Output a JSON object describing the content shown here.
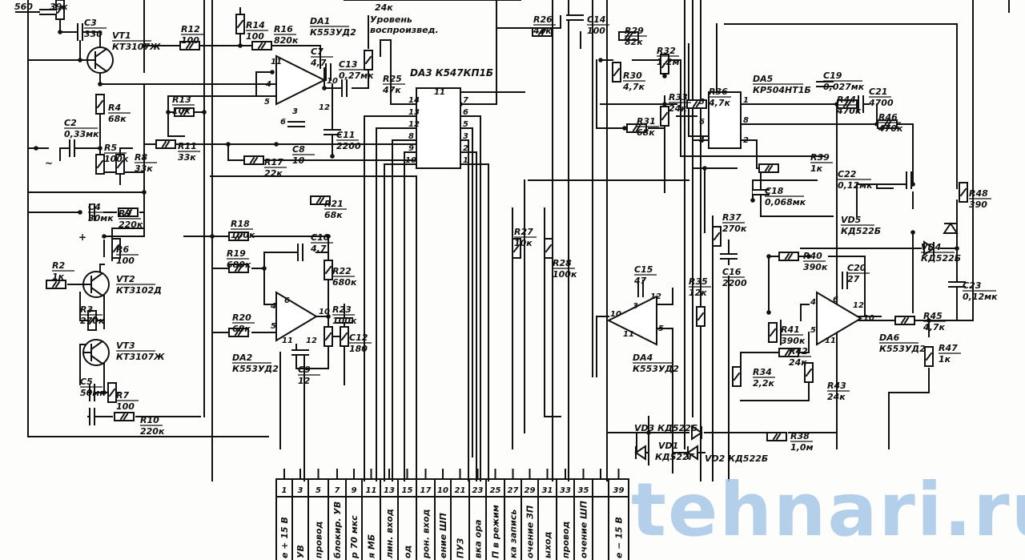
{
  "parts": {
    "C1": {
      "name": "",
      "value": "560"
    },
    "R1": {
      "name": "",
      "value": "39к"
    },
    "C3": {
      "name": "C3",
      "value": "330"
    },
    "VT1": {
      "name": "VT1",
      "value": "КТ3107Ж"
    },
    "R12": {
      "name": "R12",
      "value": "100"
    },
    "R14": {
      "name": "R14",
      "value": "100"
    },
    "R16": {
      "name": "R16",
      "value": "820к"
    },
    "DA1": {
      "name": "DA1",
      "value": "К553УД2"
    },
    "C7": {
      "name": "C7",
      "value": "4,7"
    },
    "C13": {
      "name": "C13",
      "value": "0,27мк"
    },
    "R25": {
      "name": "R25",
      "value": "47к"
    },
    "R4": {
      "name": "R4",
      "value": "68к"
    },
    "C2": {
      "name": "C2",
      "value": "0,33мк"
    },
    "R13": {
      "name": "R13",
      "value": "10к"
    },
    "C8": {
      "name": "C8",
      "value": "10"
    },
    "C11": {
      "name": "C11",
      "value": "2200"
    },
    "R5": {
      "name": "R5",
      "value": "100к"
    },
    "R8": {
      "name": "R8",
      "value": "33к"
    },
    "R11": {
      "name": "R11",
      "value": "33к"
    },
    "R17": {
      "name": "R17",
      "value": "22к"
    },
    "R26": {
      "name": "R26",
      "value": "47к"
    },
    "C14": {
      "name": "C14",
      "value": "100"
    },
    "R29": {
      "name": "R29",
      "value": "82к"
    },
    "R32": {
      "name": "R32",
      "value": "1,2м"
    },
    "R30": {
      "name": "R30",
      "value": "4,7к"
    },
    "R33": {
      "name": "R33",
      "value": "24к"
    },
    "R31": {
      "name": "R31",
      "value": "68к"
    },
    "DA5": {
      "name": "DA5",
      "value": "КР504НТ1Б"
    },
    "R36": {
      "name": "R36",
      "value": "4,7к"
    },
    "C19": {
      "name": "C19",
      "value": "0,027мк"
    },
    "R44": {
      "name": "R44",
      "value": "470к"
    },
    "C21": {
      "name": "C21",
      "value": "4700"
    },
    "R46": {
      "name": "R46",
      "value": "470к"
    },
    "R39": {
      "name": "R39",
      "value": "1к"
    },
    "C18": {
      "name": "C18",
      "value": "0,068мк"
    },
    "C22": {
      "name": "C22",
      "value": "0,12мк"
    },
    "R48": {
      "name": "R48",
      "value": "390"
    },
    "VD5": {
      "name": "VD5",
      "value": "КД522Б"
    },
    "R21": {
      "name": "R21",
      "value": "68к"
    },
    "R27": {
      "name": "R27",
      "value": "10к"
    },
    "R28": {
      "name": "R28",
      "value": "100к"
    },
    "C4": {
      "name": "C4",
      "value": "30мк"
    },
    "R9": {
      "name": "R9",
      "value": "220к"
    },
    "R6": {
      "name": "R6",
      "value": "100"
    },
    "R2": {
      "name": "R2",
      "value": "1к"
    },
    "VT2": {
      "name": "VT2",
      "value": "КТ3102Д"
    },
    "R3": {
      "name": "R3",
      "value": "270к"
    },
    "VT3": {
      "name": "VT3",
      "value": "КТ3107Ж"
    },
    "C5": {
      "name": "C5",
      "value": "50мк"
    },
    "R7": {
      "name": "R7",
      "value": "100"
    },
    "R10": {
      "name": "R10",
      "value": "220к"
    },
    "R18": {
      "name": "R18",
      "value": "100к"
    },
    "R19": {
      "name": "R19",
      "value": "680к"
    },
    "C10": {
      "name": "C10",
      "value": "4,7"
    },
    "R22": {
      "name": "R22",
      "value": "680к"
    },
    "R20": {
      "name": "R20",
      "value": "68к"
    },
    "R23": {
      "name": "R23",
      "value": "100к"
    },
    "C12": {
      "name": "C12",
      "value": "180"
    },
    "C9": {
      "name": "C9",
      "value": "12"
    },
    "DA2": {
      "name": "DA2",
      "value": "К553УД2"
    },
    "C15": {
      "name": "C15",
      "value": "47"
    },
    "DA4": {
      "name": "DA4",
      "value": "К553УД2"
    },
    "R35": {
      "name": "R35",
      "value": "12к"
    },
    "C16": {
      "name": "C16",
      "value": "2200"
    },
    "R37": {
      "name": "R37",
      "value": "270к"
    },
    "R40": {
      "name": "R40",
      "value": "390к"
    },
    "C20": {
      "name": "C20",
      "value": "27"
    },
    "R41": {
      "name": "R41",
      "value": "390к"
    },
    "R42": {
      "name": "R42",
      "value": "24к"
    },
    "R34": {
      "name": "R34",
      "value": "2,2к"
    },
    "R43": {
      "name": "R43",
      "value": "24к"
    },
    "DA6": {
      "name": "DA6",
      "value": "К553УД2"
    },
    "R45": {
      "name": "R45",
      "value": "4,7к"
    },
    "R47": {
      "name": "R47",
      "value": "1к"
    },
    "VD4": {
      "name": "VD4",
      "value": "КД522Б"
    },
    "C23": {
      "name": "C23",
      "value": "0,12мк"
    },
    "R38": {
      "name": "R38",
      "value": "1,0м"
    }
  },
  "texts": {
    "r24k": "24к",
    "level1": "Уровень",
    "level2": "воспроизвед.",
    "da3": "DA3 К547КП1Б",
    "vd3": "VD3 КД522Б",
    "vd1": "VD1",
    "vd1v": "КД522Г",
    "vd2": "VD2 КД522Б",
    "tilde": "~",
    "plus": "+"
  },
  "connector": {
    "pins": [
      "1",
      "3",
      "5",
      "7",
      "9",
      "11",
      "13",
      "15",
      "17",
      "10",
      "21",
      "23",
      "25",
      "27",
      "29",
      "31",
      "33",
      "35",
      "",
      "39"
    ],
    "labels": [
      "е + 15 В",
      "УВ",
      "провод",
      "блокир. УВ",
      "р 70 мкс",
      "я МБ",
      "лин. вход",
      "од",
      "рон. вход",
      "ение ШП",
      "ПУЗ",
      "вка ора",
      "П в режим",
      "ка запись",
      "очение ЗП",
      "ыход",
      "провод",
      "очение ШП",
      "",
      "е − 15 В"
    ]
  },
  "watermark": "tehnari.ru"
}
